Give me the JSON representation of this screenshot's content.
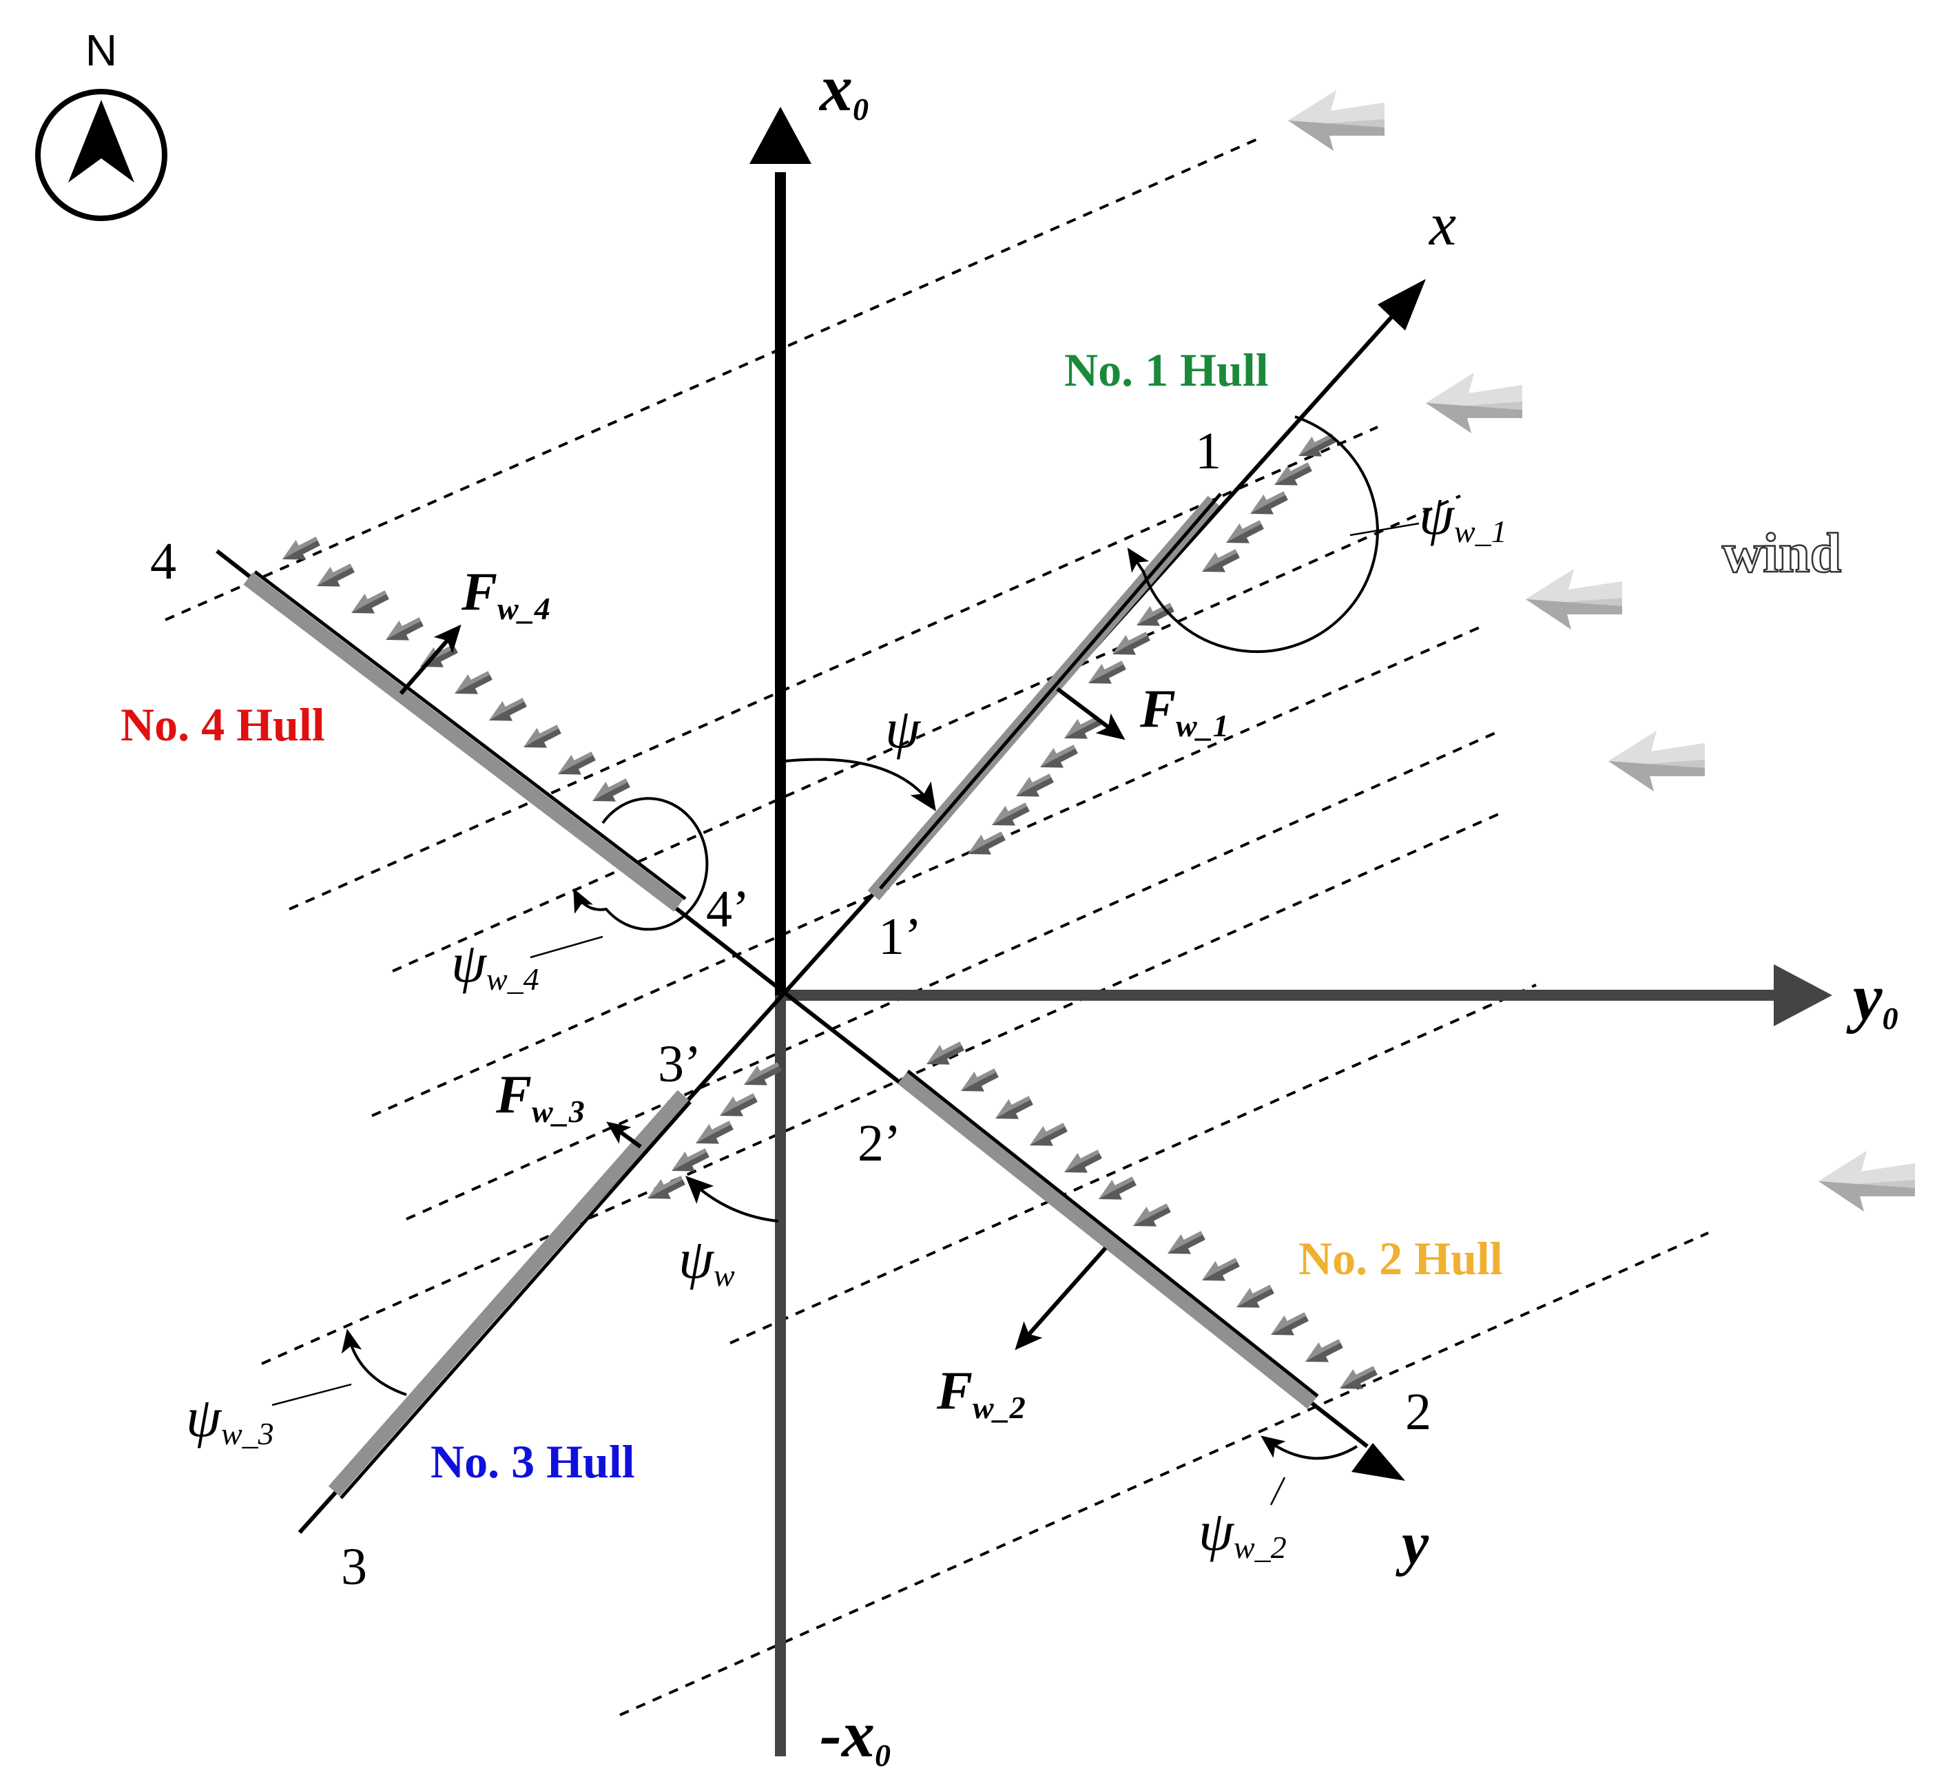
{
  "compass": {
    "label": "N"
  },
  "axes": {
    "x0": "x",
    "x0_sub": "0",
    "neg_x0": "-x",
    "neg_x0_sub": "0",
    "y0": "y",
    "y0_sub": "0",
    "x": "x",
    "y": "y"
  },
  "wind_label": "wind",
  "hulls": [
    {
      "name": "No. 1 Hull",
      "color": "#1a8a3a",
      "end_label": "1",
      "start_label": "1’",
      "force_main": "F",
      "force_sub": "w_1",
      "angle_main": "ψ",
      "angle_sub": "w_1"
    },
    {
      "name": "No. 2 Hull",
      "color": "#f0b030",
      "end_label": "2",
      "start_label": "2’",
      "force_main": "F",
      "force_sub": "w_2",
      "angle_main": "ψ",
      "angle_sub": "w_2"
    },
    {
      "name": "No. 3 Hull",
      "color": "#1010dd",
      "end_label": "3",
      "start_label": "3’",
      "force_main": "F",
      "force_sub": "w_3",
      "angle_main": "ψ",
      "angle_sub": "w_3"
    },
    {
      "name": "No. 4 Hull",
      "color": "#e01010",
      "end_label": "4",
      "start_label": "4’",
      "force_main": "F",
      "force_sub": "w_4",
      "angle_main": "ψ",
      "angle_sub": "w_4"
    }
  ],
  "angles": {
    "psi": "ψ",
    "psi_w": "ψ",
    "psi_w_sub": "w"
  }
}
